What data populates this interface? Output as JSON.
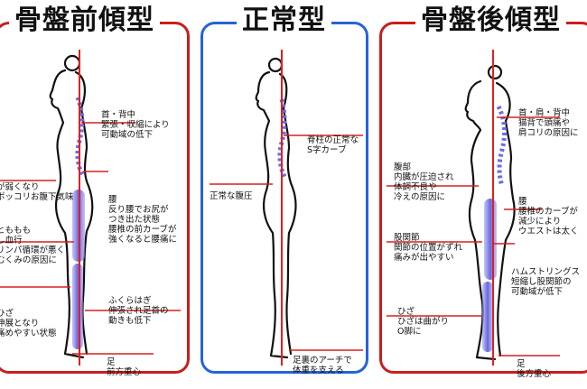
{
  "colors": {
    "red_frame": "#c81e1e",
    "blue_frame": "#2563d8",
    "center_line": "#e02020",
    "spine": "#6b6be8",
    "leader": "#d62020"
  },
  "panels": [
    {
      "title": "骨盤前傾型",
      "labels": [
        {
          "lines": [
            "首・背中",
            "緊張・収縮により",
            "可動域の低下"
          ]
        },
        {
          "lines": [
            "が弱くなり",
            "ポッコリお腹下気味"
          ]
        },
        {
          "lines": [
            "腰",
            "反り腰でお尻が",
            "つき出た状態",
            "腰椎の前カーブが",
            "強くなると腰痛に"
          ]
        },
        {
          "lines": [
            "とももも",
            "し血行",
            "リンパ循環が悪く",
            "むくみの原因に"
          ]
        },
        {
          "lines": [
            "ふくらはぎ",
            "伸張され足首の",
            "動きも低下"
          ]
        },
        {
          "lines": [
            "ひざ",
            "伸展となり",
            "痛めやすい状態"
          ]
        },
        {
          "lines": [
            "足",
            "前方重心"
          ]
        }
      ]
    },
    {
      "title": "正常型",
      "labels": [
        {
          "lines": [
            "脊柱の正常な",
            "S字カーブ"
          ]
        },
        {
          "lines": [
            "正常な腹圧"
          ]
        },
        {
          "lines": [
            "足裏のアーチで",
            "体重を支える"
          ]
        }
      ]
    },
    {
      "title": "骨盤後傾型",
      "labels": [
        {
          "lines": [
            "首・肩・背中",
            "猫背で頭痛や",
            "肩コリの原因に"
          ]
        },
        {
          "lines": [
            "腹部",
            "内臓が圧迫され",
            "体調不良や",
            "冷えの原因に"
          ]
        },
        {
          "lines": [
            "腰",
            "腰椎のカーブが",
            "減少により",
            "ウエストは太く"
          ]
        },
        {
          "lines": [
            "股関節",
            "関節の位置がずれ",
            "痛みが出やすい"
          ]
        },
        {
          "lines": [
            "ハムストリングス",
            "短縮し股関節の",
            "可動域が低下"
          ]
        },
        {
          "lines": [
            "ひざ",
            "ひざは曲がり",
            "O脚に"
          ]
        },
        {
          "lines": [
            "足",
            "後方重心"
          ]
        }
      ]
    }
  ]
}
